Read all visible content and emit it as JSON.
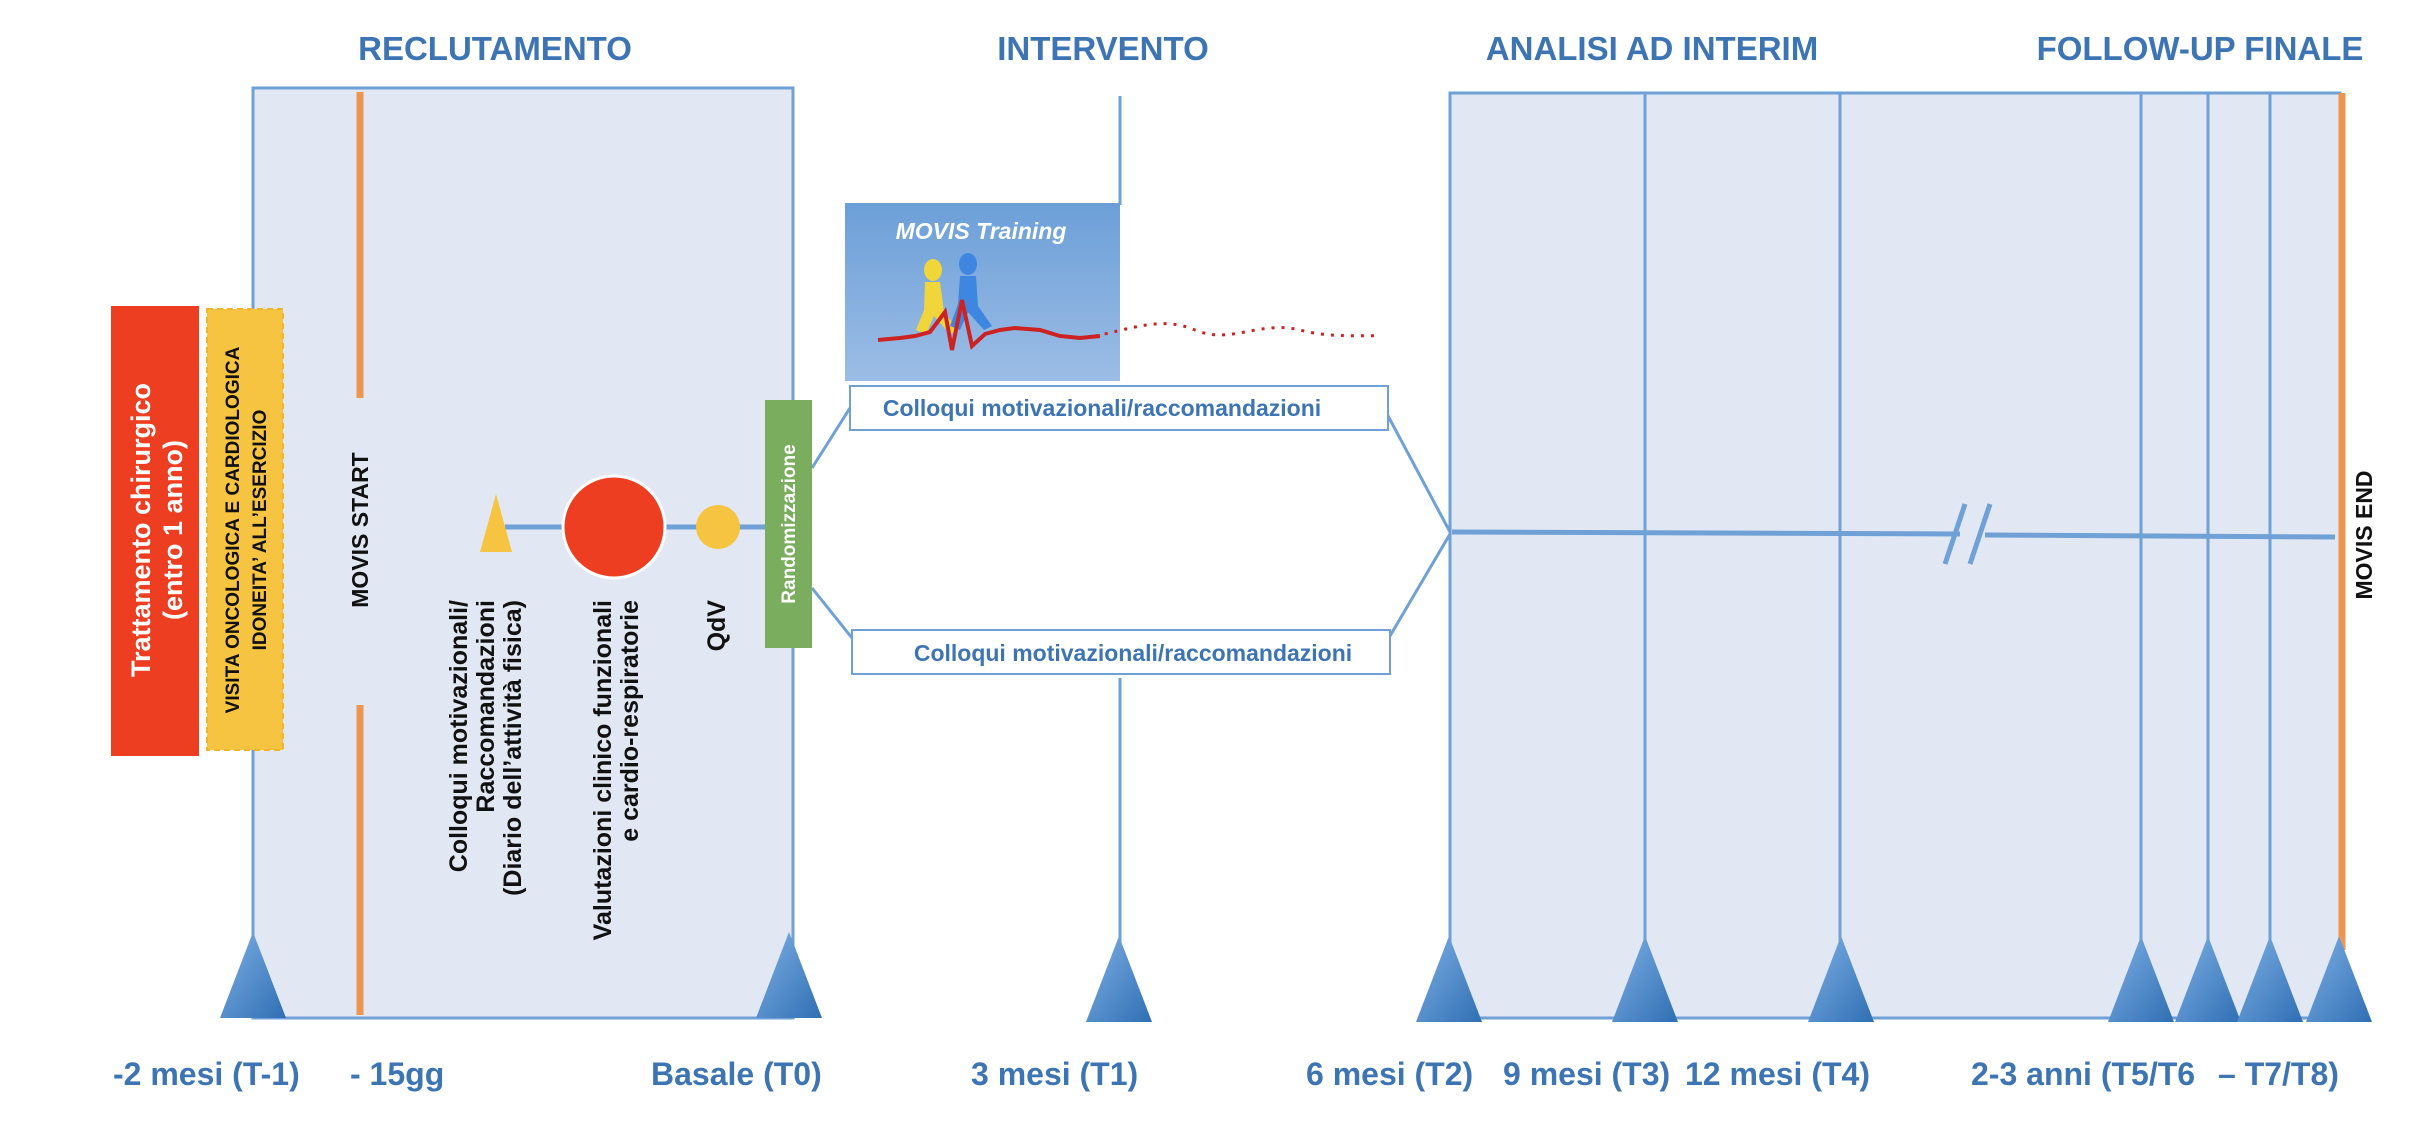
{
  "phases": {
    "recruitment": "RECLUTAMENTO",
    "intervention": "INTERVENTO",
    "interim": "ANALISI AD INTERIM",
    "followup": "FOLLOW-UP FINALE"
  },
  "timepoints": {
    "t_minus1": "-2 mesi (T-1)",
    "days15": "- 15gg",
    "t0": "Basale (T0)",
    "t1": "3 mesi (T1)",
    "t2": "6 mesi (T2)",
    "t3": "9 mesi (T3)",
    "t4": "12 mesi (T4)",
    "t5t6": "2-3 anni (T5/T6",
    "t7t8": "– T7/T8)"
  },
  "boxes": {
    "surgery_line1": "Trattamento chirurgico",
    "surgery_line2": "(entro 1 anno)",
    "visit_line1": "VISITA ONCOLOGICA E CARDIOLOGICA",
    "visit_line2": "IDONEITA’ ALL’ESERCIZIO",
    "start": "MOVIS  START",
    "end": "MOVIS  END",
    "randomization": "Randomizzazione",
    "training": "MOVIS Training",
    "counsel_top": "Colloqui motivazionali/raccomandazioni",
    "counsel_bottom": "Colloqui motivazionali/raccomandazioni"
  },
  "assessments": {
    "counsel_line1": "Colloqui motivazionali/",
    "counsel_line2": "Raccomandazioni",
    "counsel_line3": "(Diario dell’attività fisica)",
    "clinical_line1": "Valutazioni clinico funzionali",
    "clinical_line2": "e cardio-respiratorie",
    "qol": "QdV"
  },
  "colors": {
    "panel": "#e1e8f4",
    "panel_border": "#6fa0d6",
    "accent_blue": "#3d74b4",
    "orange_line": "#ee9550",
    "surgery_red": "#ee3e22",
    "visit_yellow": "#f6c440",
    "random_green": "#7aad5e",
    "triangle": "#4e8ed0"
  }
}
